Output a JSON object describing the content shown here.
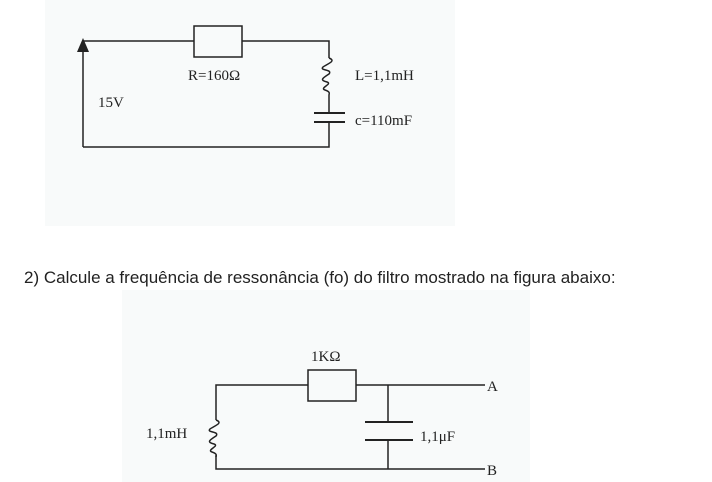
{
  "figure1": {
    "resistor_label": "R=160Ω",
    "inductor_label": "L=1,1mH",
    "capacitor_label": "c=110mF",
    "source_label": "15V"
  },
  "question": "2) Calcule a frequência de ressonância (fo) do filtro mostrado na figura abaixo:",
  "figure2": {
    "resistor_label": "1KΩ",
    "inductor_label": "1,1mH",
    "capacitor_label": "1,1μF",
    "terminal_a": "A",
    "terminal_b": "B"
  }
}
